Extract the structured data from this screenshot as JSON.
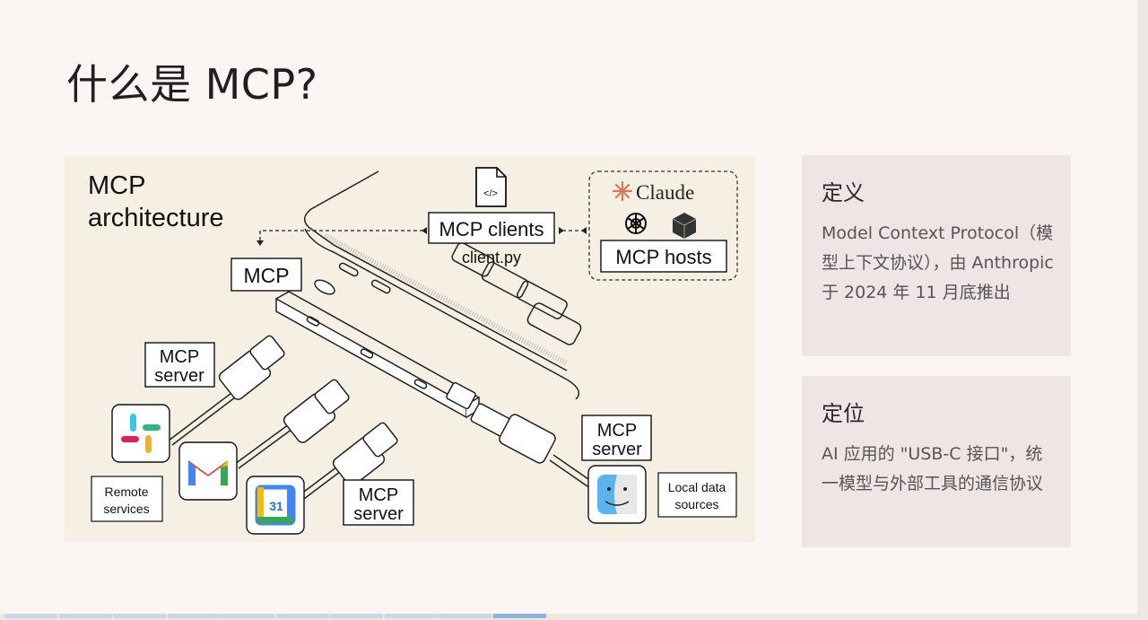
{
  "page_title": "什么是 MCP?",
  "diagram": {
    "heading_line1": "MCP",
    "heading_line2": "architecture",
    "clients_label": "MCP clients",
    "client_file": "client.py",
    "claude_label": "Claude",
    "hosts_label": "MCP hosts",
    "mcp_label": "MCP",
    "server_label_1a": "MCP",
    "server_label_1b": "server",
    "server_label_2a": "MCP",
    "server_label_2b": "server",
    "server_label_3a": "MCP",
    "server_label_3b": "server",
    "remote_line1": "Remote",
    "remote_line2": "services",
    "local_line1": "Local data",
    "local_line2": "sources",
    "calendar_day": "31",
    "code_glyph": "</>"
  },
  "definition_card": {
    "title": "定义",
    "body": "Model Context Protocol（模型上下文协议），由 Anthropic 于 2024 年 11 月底推出"
  },
  "positioning_card": {
    "title": "定位",
    "body": "AI 应用的 \"USB-C 接口\"，统一模型与外部工具的通信协议"
  },
  "progress": {
    "total_segments": 10,
    "active_segment": 10
  }
}
